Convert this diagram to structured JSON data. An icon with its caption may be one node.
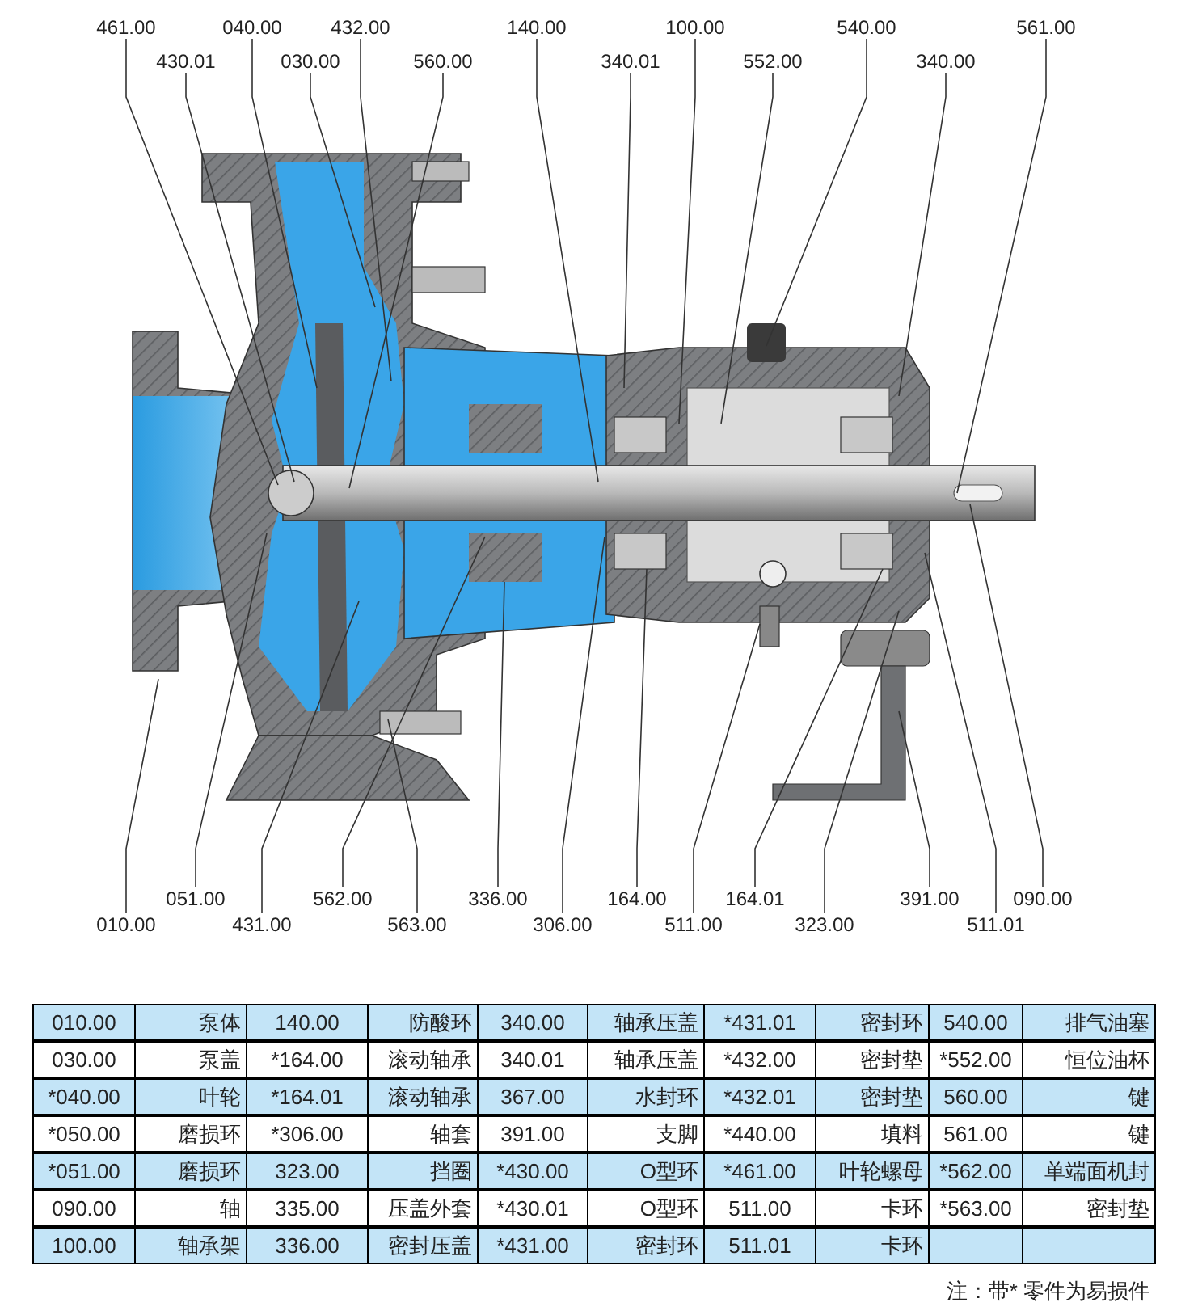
{
  "diagram": {
    "nodes": [
      {
        "text": [
          "461.00"
        ]
      },
      {
        "text": [
          "430.01"
        ]
      },
      {
        "text": [
          "040.00"
        ]
      },
      {
        "text": [
          "030.00"
        ]
      },
      {
        "text": [
          "432.00"
        ]
      },
      {
        "text": [
          "560.00"
        ]
      },
      {
        "text": [
          "140.00"
        ]
      },
      {
        "text": [
          "340.01"
        ]
      },
      {
        "text": [
          "100.00"
        ]
      },
      {
        "text": [
          "552.00"
        ]
      },
      {
        "text": [
          "540.00"
        ]
      },
      {
        "text": [
          "340.00"
        ]
      },
      {
        "text": [
          "561.00"
        ]
      },
      {
        "text": [
          "010.00"
        ]
      },
      {
        "text": [
          "051.00"
        ]
      },
      {
        "text": [
          "431.00"
        ]
      },
      {
        "text": [
          "562.00"
        ]
      },
      {
        "text": [
          "563.00"
        ]
      },
      {
        "text": [
          "336.00"
        ]
      },
      {
        "text": [
          "306.00"
        ]
      },
      {
        "text": [
          "164.00"
        ]
      },
      {
        "text": [
          "511.00"
        ]
      },
      {
        "text": [
          "164.01"
        ]
      },
      {
        "text": [
          "323.00"
        ]
      },
      {
        "text": [
          "391.00"
        ]
      },
      {
        "text": [
          "511.01"
        ]
      },
      {
        "text": [
          "090.00"
        ]
      }
    ],
    "edges": [
      {
        "from": 0,
        "to": null,
        "arrow": "none"
      },
      {
        "from": 1,
        "to": null,
        "arrow": "none"
      },
      {
        "from": 2,
        "to": null,
        "arrow": "none"
      },
      {
        "from": 3,
        "to": null,
        "arrow": "none"
      },
      {
        "from": 4,
        "to": null,
        "arrow": "none"
      },
      {
        "from": 5,
        "to": null,
        "arrow": "none"
      },
      {
        "from": 6,
        "to": null,
        "arrow": "none"
      },
      {
        "from": 7,
        "to": null,
        "arrow": "none"
      },
      {
        "from": 8,
        "to": null,
        "arrow": "none"
      },
      {
        "from": 9,
        "to": null,
        "arrow": "none"
      },
      {
        "from": 10,
        "to": null,
        "arrow": "none"
      },
      {
        "from": 11,
        "to": null,
        "arrow": "none"
      },
      {
        "from": 12,
        "to": null,
        "arrow": "none"
      },
      {
        "from": 13,
        "to": null,
        "arrow": "none"
      },
      {
        "from": 14,
        "to": null,
        "arrow": "none"
      },
      {
        "from": 15,
        "to": null,
        "arrow": "none"
      },
      {
        "from": 16,
        "to": null,
        "arrow": "none"
      },
      {
        "from": 17,
        "to": null,
        "arrow": "none"
      },
      {
        "from": 18,
        "to": null,
        "arrow": "none"
      },
      {
        "from": 19,
        "to": null,
        "arrow": "none"
      },
      {
        "from": 20,
        "to": null,
        "arrow": "none"
      },
      {
        "from": 21,
        "to": null,
        "arrow": "none"
      },
      {
        "from": 22,
        "to": null,
        "arrow": "none"
      },
      {
        "from": 23,
        "to": null,
        "arrow": "none"
      },
      {
        "from": 24,
        "to": null,
        "arrow": "none"
      },
      {
        "from": 25,
        "to": null,
        "arrow": "none"
      },
      {
        "from": 26,
        "to": null,
        "arrow": "none"
      }
    ],
    "labels": [
      "010.00",
      "泵体",
      "140.00",
      "防酸环",
      "340.00",
      "轴承压盖",
      "*431.01",
      "密封环",
      "540.00",
      "排气油塞",
      "030.00",
      "泵盖",
      "*164.00",
      "滚动轴承",
      "340.01",
      "轴承压盖",
      "*432.00",
      "密封垫",
      "*552.00",
      "恒位油杯",
      "*040.00",
      "叶轮",
      "*164.01",
      "滚动轴承",
      "367.00",
      "水封环",
      "*432.01",
      "密封垫",
      "560.00",
      "键",
      "*050.00",
      "磨损环",
      "*306.00",
      "轴套",
      "391.00",
      "支脚",
      "*440.00",
      "填料",
      "561.00",
      "键",
      "*051.00",
      "磨损环",
      "323.00",
      "挡圈",
      "*430.00",
      "O型环",
      "*461.00",
      "叶轮螺母",
      "*562.00",
      "单端面机封",
      "090.00",
      "轴",
      "335.00",
      "压盖外套",
      "*430.01",
      "O型环",
      "511.00",
      "卡环",
      "*563.00",
      "密封垫",
      "100.00",
      "轴承架",
      "336.00",
      "密封压盖",
      "*431.00",
      "密封环",
      "511.01",
      "卡环",
      "注：带* 零件为易损件"
    ]
  }
}
